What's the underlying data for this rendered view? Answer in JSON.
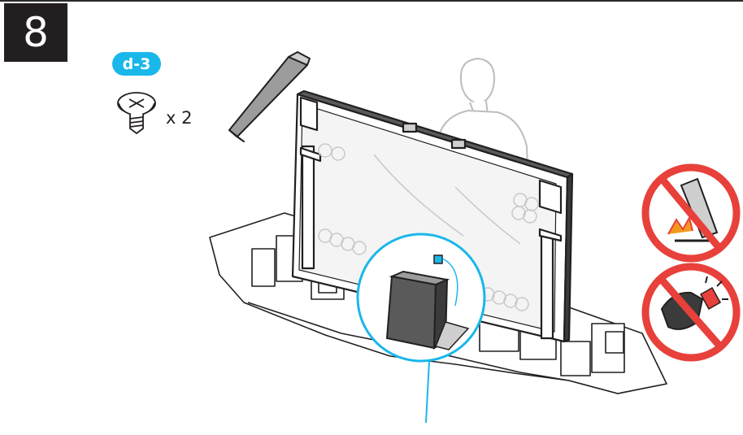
{
  "step": {
    "number": "8"
  },
  "part": {
    "code": "d-3",
    "quantity": "x 2"
  },
  "colors": {
    "step_box": "#231f20",
    "accent": "#1ab7ea",
    "warning": "#e8403a",
    "line": "#231f20"
  },
  "warnings": [
    {
      "icon": "no-drop-on-hard-floor-icon"
    },
    {
      "icon": "no-impact-icon"
    }
  ]
}
